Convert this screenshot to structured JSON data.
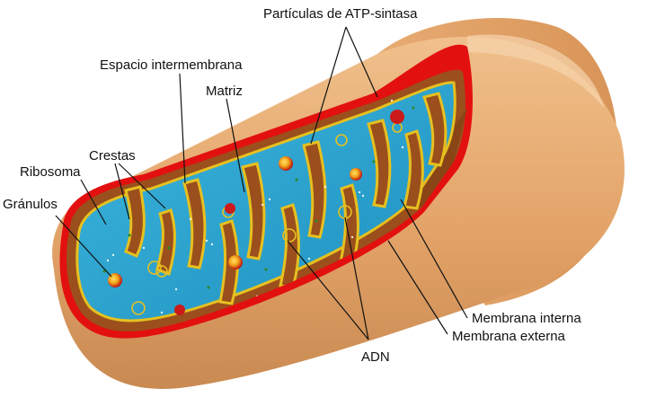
{
  "labels": {
    "atp": "Partículas de ATP-sintasa",
    "intermembrane": "Espacio intermembrana",
    "matrix": "Matriz",
    "cristae": "Crestas",
    "ribosome": "Ribosoma",
    "granules": "Gránulos",
    "inner_membrane": "Membrana interna",
    "outer_membrane": "Membrana externa",
    "dna": "ADN"
  },
  "colors": {
    "outer_body": "#e3a368",
    "outer_shadow": "#c98a52",
    "outer_highlight": "#f2c89a",
    "membrane_red": "#e31010",
    "intermembrane_space": "#9b4f1c",
    "matrix_blue": "#2ea7d0",
    "cristae_edge": "#e6c020",
    "granule_red": "#cc1a1a",
    "label_text": "#111111"
  }
}
